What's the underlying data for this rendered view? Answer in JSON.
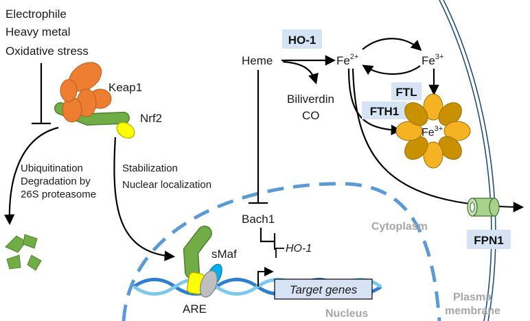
{
  "stimuli": [
    "Electrophile",
    "Heavy metal",
    "Oxidative stress"
  ],
  "proteins": {
    "keap1": "Keap1",
    "nrf2": "Nrf2",
    "smaf": "sMaf",
    "bach1": "Bach1",
    "ho1": "HO-1",
    "ftl": "FTL",
    "fth1": "FTH1",
    "fpn1": "FPN1"
  },
  "molecules": {
    "heme": "Heme",
    "biliverdin": "Biliverdin",
    "co": "CO",
    "fe2": "Fe",
    "fe2_sup": "2+",
    "fe3": "Fe",
    "fe3_sup": "3+",
    "ferritin_fe": "Fe",
    "ferritin_fe_sup": "3+"
  },
  "pathways": {
    "degradation": [
      "Ubiquitination",
      "Degradation by",
      "26S proteasome"
    ],
    "stabilization": [
      "Stabilization",
      "Nuclear localization"
    ]
  },
  "dna": {
    "are": "ARE",
    "target_genes": "Target genes",
    "ho1_gene": "HO-1"
  },
  "compartments": {
    "cytoplasm": "Cytoplasm",
    "nucleus": "Nucleus",
    "plasma_membrane": [
      "Plasma",
      "membrane"
    ]
  },
  "colors": {
    "keap1": "#ed7d31",
    "nrf2": "#70ad47",
    "smaf": "#bfbfbf",
    "are_site": "#ffff00",
    "dna_blue": "#2f7fd0",
    "nucleus_dash": "#5b9bd5",
    "label_box": "#d5e3f4",
    "ferritin_light": "#f5b324",
    "ferritin_dark": "#c99000",
    "membrane": "#1f4e79",
    "fpn1": "#a9d18e",
    "compartment_text": "#a6a6a6"
  }
}
